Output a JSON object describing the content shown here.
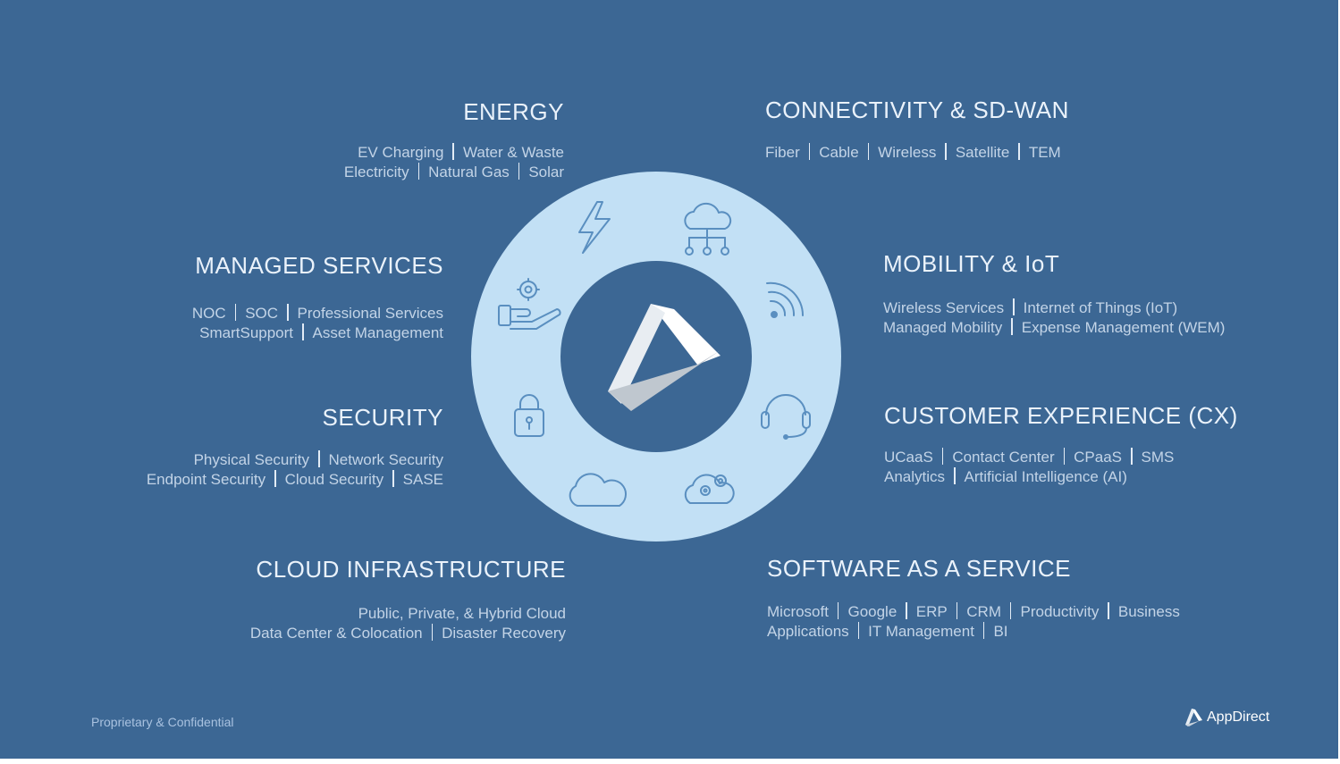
{
  "sections": {
    "energy": {
      "title": "ENERGY",
      "lines": [
        [
          "EV Charging",
          "Water & Waste"
        ],
        [
          "Electricity",
          "Natural Gas",
          "Solar"
        ]
      ]
    },
    "connectivity": {
      "title": "CONNECTIVITY &  SD-WAN",
      "lines": [
        [
          "Fiber",
          "Cable",
          "Wireless",
          "Satellite",
          "TEM"
        ]
      ]
    },
    "managed_services": {
      "title": "MANAGED SERVICES",
      "lines": [
        [
          "NOC",
          "SOC",
          "Professional Services"
        ],
        [
          "SmartSupport",
          "Asset Management"
        ]
      ]
    },
    "mobility": {
      "title": "MOBILITY & IoT",
      "lines": [
        [
          "Wireless Services",
          "Internet of Things (IoT)"
        ],
        [
          "Managed Mobility",
          "Expense Management (WEM)"
        ]
      ]
    },
    "security": {
      "title": "SECURITY",
      "lines": [
        [
          "Physical Security",
          "Network Security"
        ],
        [
          "Endpoint Security",
          "Cloud Security",
          "SASE"
        ]
      ]
    },
    "cx": {
      "title": "CUSTOMER EXPERIENCE (CX)",
      "lines": [
        [
          "UCaaS",
          "Contact Center",
          "CPaaS",
          "SMS"
        ],
        [
          "Analytics",
          "Artificial Intelligence (AI)"
        ]
      ]
    },
    "cloud": {
      "title": "CLOUD INFRASTRUCTURE",
      "lines": [
        [
          "Public, Private, & Hybrid Cloud"
        ],
        [
          "Data Center & Colocation",
          "Disaster Recovery"
        ]
      ]
    },
    "saas": {
      "title": "SOFTWARE AS A SERVICE",
      "lines": [
        [
          "Microsoft",
          "Google",
          "ERP",
          "CRM",
          "Productivity",
          "Business"
        ],
        [
          "Applications",
          "IT Management",
          "BI"
        ]
      ]
    }
  },
  "footer": {
    "confidential": "Proprietary & Confidential",
    "brand": "AppDirect"
  },
  "wheel_icons": [
    "lightning-icon",
    "cloud-network-icon",
    "wifi-icon",
    "headset-icon",
    "cloud-gear-icon",
    "cloud-icon",
    "lock-icon",
    "hand-gear-icon"
  ],
  "colors": {
    "background": "#3c6794",
    "ring": "#c2e0f5",
    "center": "#3c6794",
    "icon": "#5a8fc0",
    "title": "#eaf2fb",
    "text": "#c3d4e7"
  }
}
